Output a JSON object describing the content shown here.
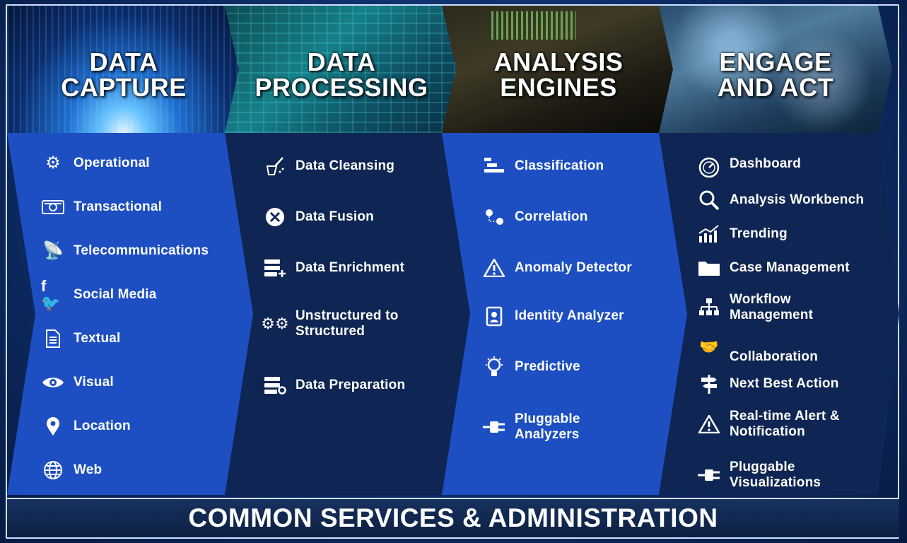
{
  "columns": [
    {
      "title_line1": "DATA",
      "title_line2": "CAPTURE",
      "items": [
        {
          "label": "Operational",
          "icon": "gear-icon"
        },
        {
          "label": "Transactional",
          "icon": "money-icon"
        },
        {
          "label": "Telecommunications",
          "icon": "satellite-dish-icon"
        },
        {
          "label": "Social Media",
          "icon": "social-media-icon"
        },
        {
          "label": "Textual",
          "icon": "document-icon"
        },
        {
          "label": "Visual",
          "icon": "eye-icon"
        },
        {
          "label": "Location",
          "icon": "map-pin-icon"
        },
        {
          "label": "Web",
          "icon": "globe-icon"
        }
      ]
    },
    {
      "title_line1": "DATA",
      "title_line2": "PROCESSING",
      "items": [
        {
          "label": "Data Cleansing",
          "icon": "broom-icon"
        },
        {
          "label": "Data Fusion",
          "icon": "fusion-icon"
        },
        {
          "label": "Data Enrichment",
          "icon": "server-plus-icon"
        },
        {
          "label_line1": "Unstructured to",
          "label_line2": "Structured",
          "icon": "gears-icon"
        },
        {
          "label": "Data Preparation",
          "icon": "server-gear-icon"
        }
      ]
    },
    {
      "title_line1": "ANALYSIS",
      "title_line2": "ENGINES",
      "items": [
        {
          "label": "Classification",
          "icon": "list-icon"
        },
        {
          "label": "Correlation",
          "icon": "correlation-icon"
        },
        {
          "label": "Anomaly Detector",
          "icon": "warning-icon"
        },
        {
          "label": "Identity Analyzer",
          "icon": "id-badge-icon"
        },
        {
          "label": "Predictive",
          "icon": "lightbulb-icon"
        },
        {
          "label_line1": "Pluggable",
          "label_line2": "Analyzers",
          "icon": "plug-icon"
        }
      ]
    },
    {
      "title_line1": "ENGAGE",
      "title_line2": "AND ACT",
      "items": [
        {
          "label": "Dashboard",
          "icon": "gauge-icon"
        },
        {
          "label": "Analysis Workbench",
          "icon": "search-icon"
        },
        {
          "label": "Trending",
          "icon": "trending-icon"
        },
        {
          "label": "Case Management",
          "icon": "folder-icon"
        },
        {
          "label_line1": "Workflow",
          "label_line2": "Management",
          "icon": "hierarchy-icon"
        },
        {
          "label": "Collaboration",
          "icon": "handshake-icon"
        },
        {
          "label": "Next Best Action",
          "icon": "signpost-icon"
        },
        {
          "label_line1": "Real-time Alert &",
          "label_line2": "Notification",
          "icon": "alert-icon"
        },
        {
          "label_line1": "Pluggable",
          "label_line2": "Visualizations",
          "icon": "plug-icon"
        }
      ]
    }
  ],
  "footer": {
    "label": "COMMON SERVICES & ADMINISTRATION"
  },
  "colors": {
    "bright_blue": "#1d4fc2",
    "dark_navy": "#0f2553",
    "accent_light": "#cfe0ff"
  }
}
